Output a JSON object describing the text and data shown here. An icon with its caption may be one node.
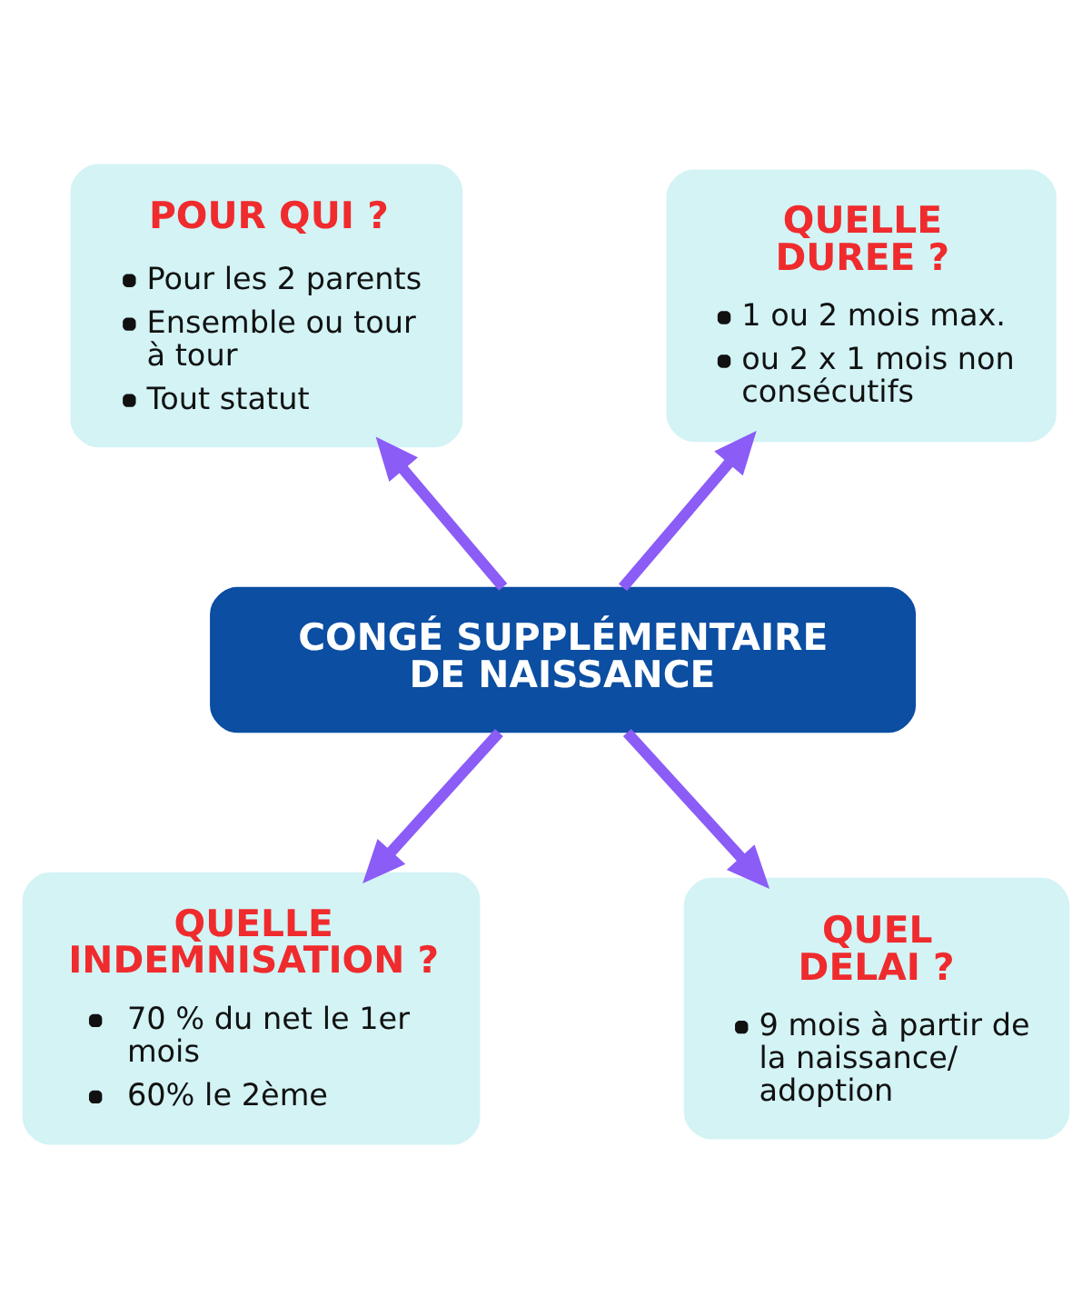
{
  "diagram": {
    "nodes": [
      {
        "text": [
          "POUR QUI ?",
          "Pour les 2 parents",
          "Ensemble ou tour à tour",
          "Tout statut"
        ]
      },
      {
        "text": [
          "QUELLE DUREE ?",
          "1 ou 2 mois max.",
          "ou 2 x 1 mois non consécutifs"
        ]
      },
      {
        "text": [
          "CONGÉ SUPPLÉMENTAIRE DE NAISSANCE"
        ]
      },
      {
        "text": [
          "QUELLE INDEMNISATION ?",
          "70 % du net le 1er mois",
          "60% le 2ème"
        ]
      },
      {
        "text": [
          "QUEL DELAI ?",
          "9 mois à partir de la naissance/ adoption"
        ]
      }
    ],
    "edges": [
      {
        "from": 2,
        "to": 0,
        "arrow": "to"
      },
      {
        "from": 2,
        "to": 1,
        "arrow": "to"
      },
      {
        "from": 2,
        "to": 3,
        "arrow": "to"
      },
      {
        "from": 2,
        "to": 4,
        "arrow": "to"
      }
    ]
  }
}
